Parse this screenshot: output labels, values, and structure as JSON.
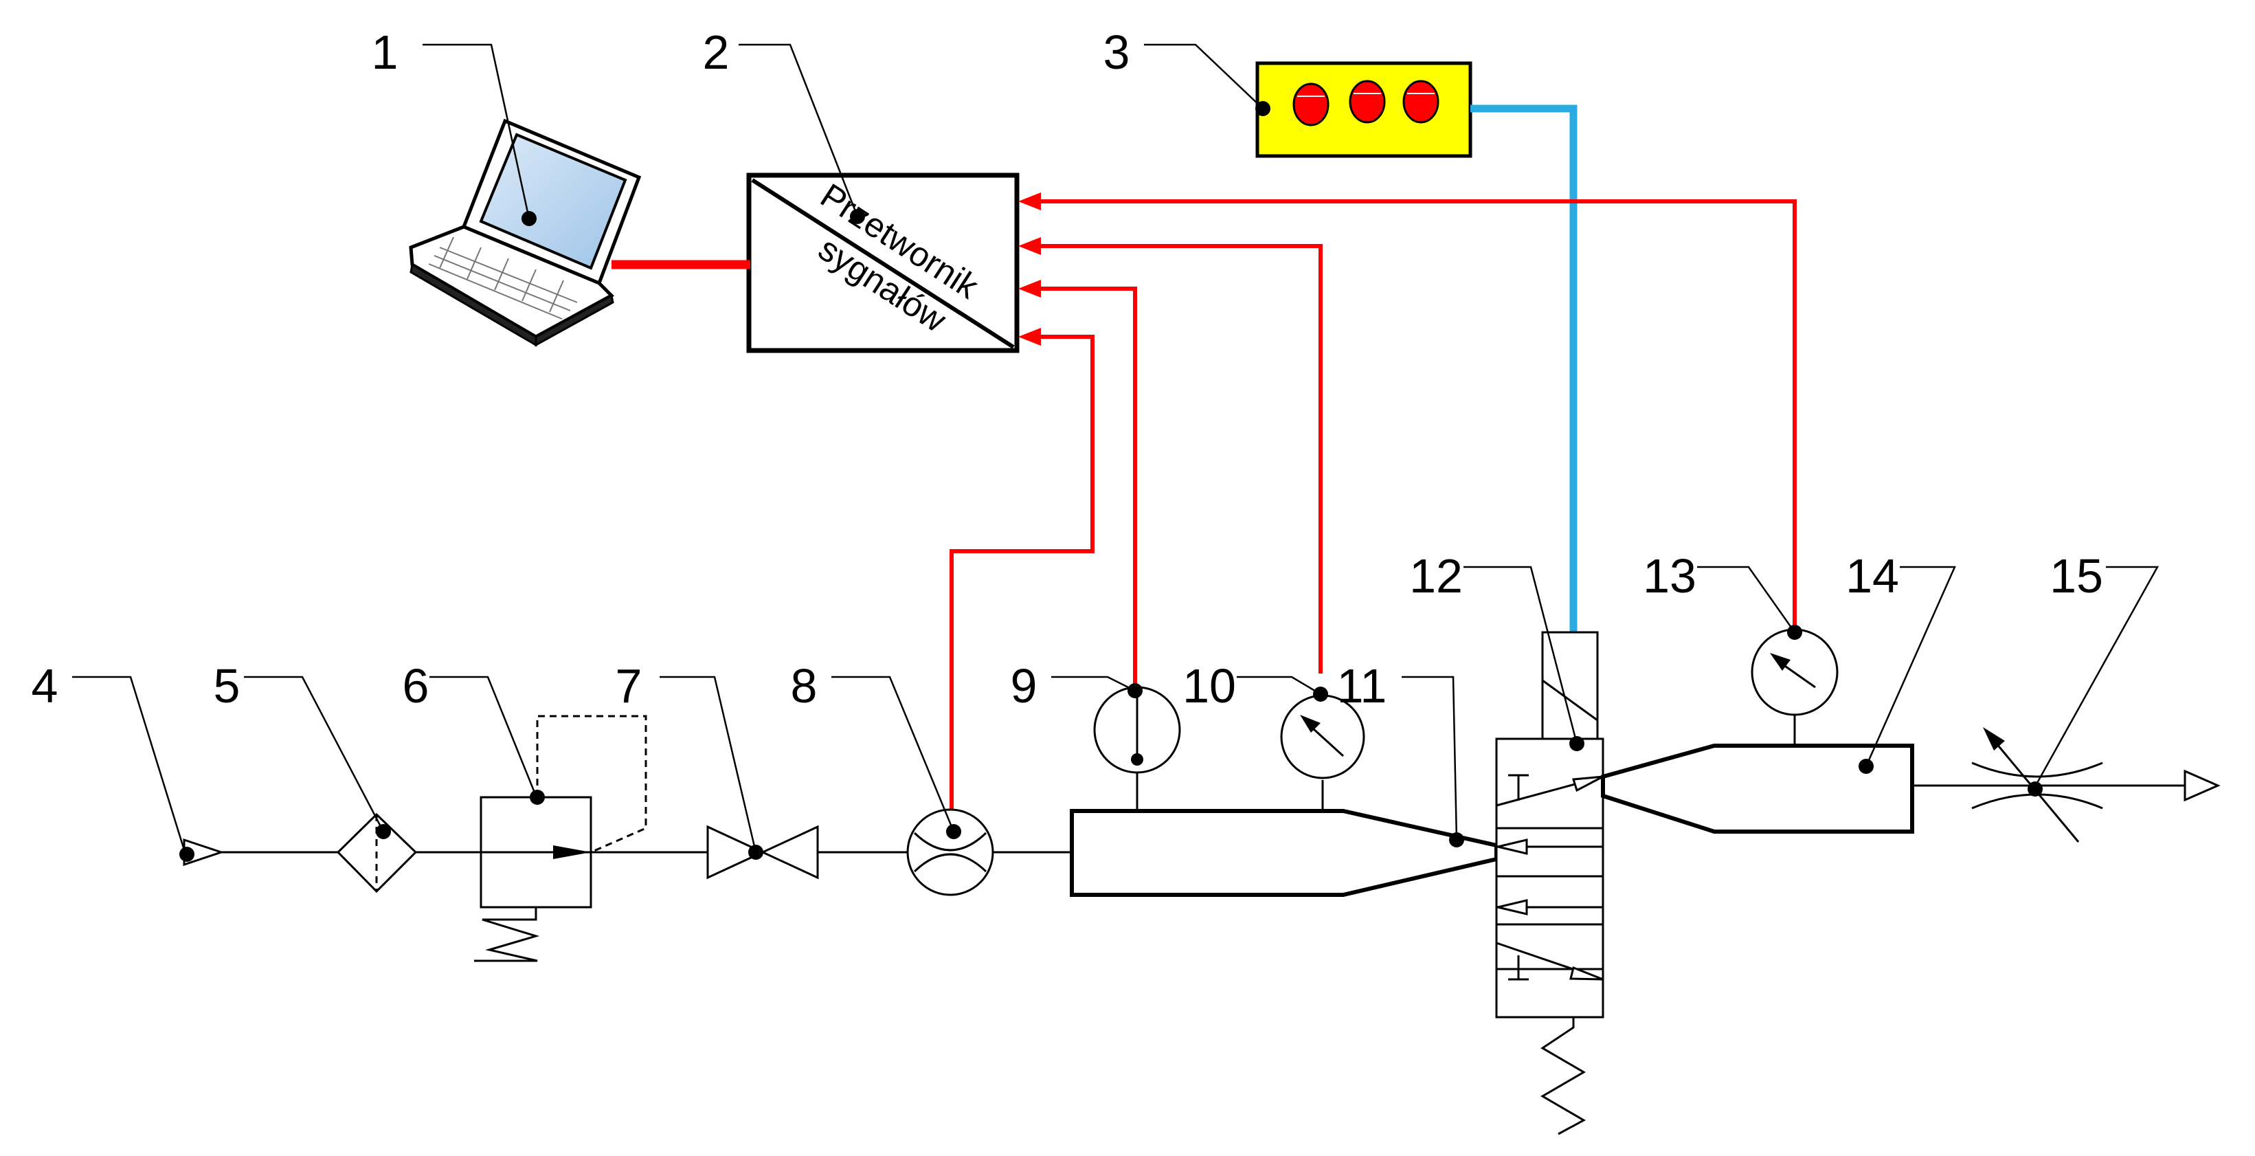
{
  "converter": {
    "line1": "Przetwornik",
    "line2": "sygnałów"
  },
  "callouts": [
    "1",
    "2",
    "3",
    "4",
    "5",
    "6",
    "7",
    "8",
    "9",
    "10",
    "11",
    "12",
    "13",
    "14",
    "15"
  ],
  "colors": {
    "signal": "#ff0000",
    "control": "#29abe2",
    "panel": "#ffff00",
    "lamp": "#ff0000",
    "screen": "#cfe4f5"
  }
}
